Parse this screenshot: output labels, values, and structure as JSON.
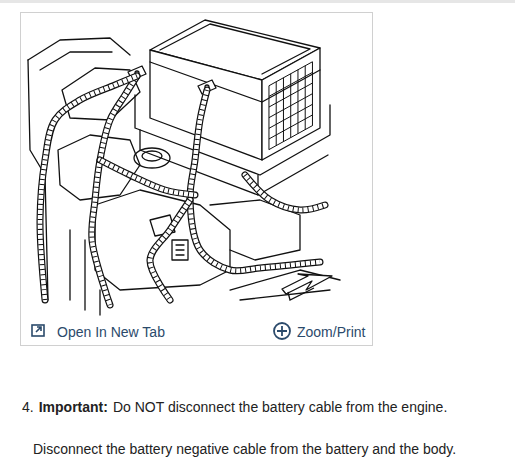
{
  "diagram": {
    "labels": [
      "Open In New Tab",
      "Zoom/Print",
      "4.",
      "Important:",
      "Do NOT disconnect the battery cable from the engine.",
      "Disconnect the battery negative cable from the battery and the body."
    ]
  }
}
